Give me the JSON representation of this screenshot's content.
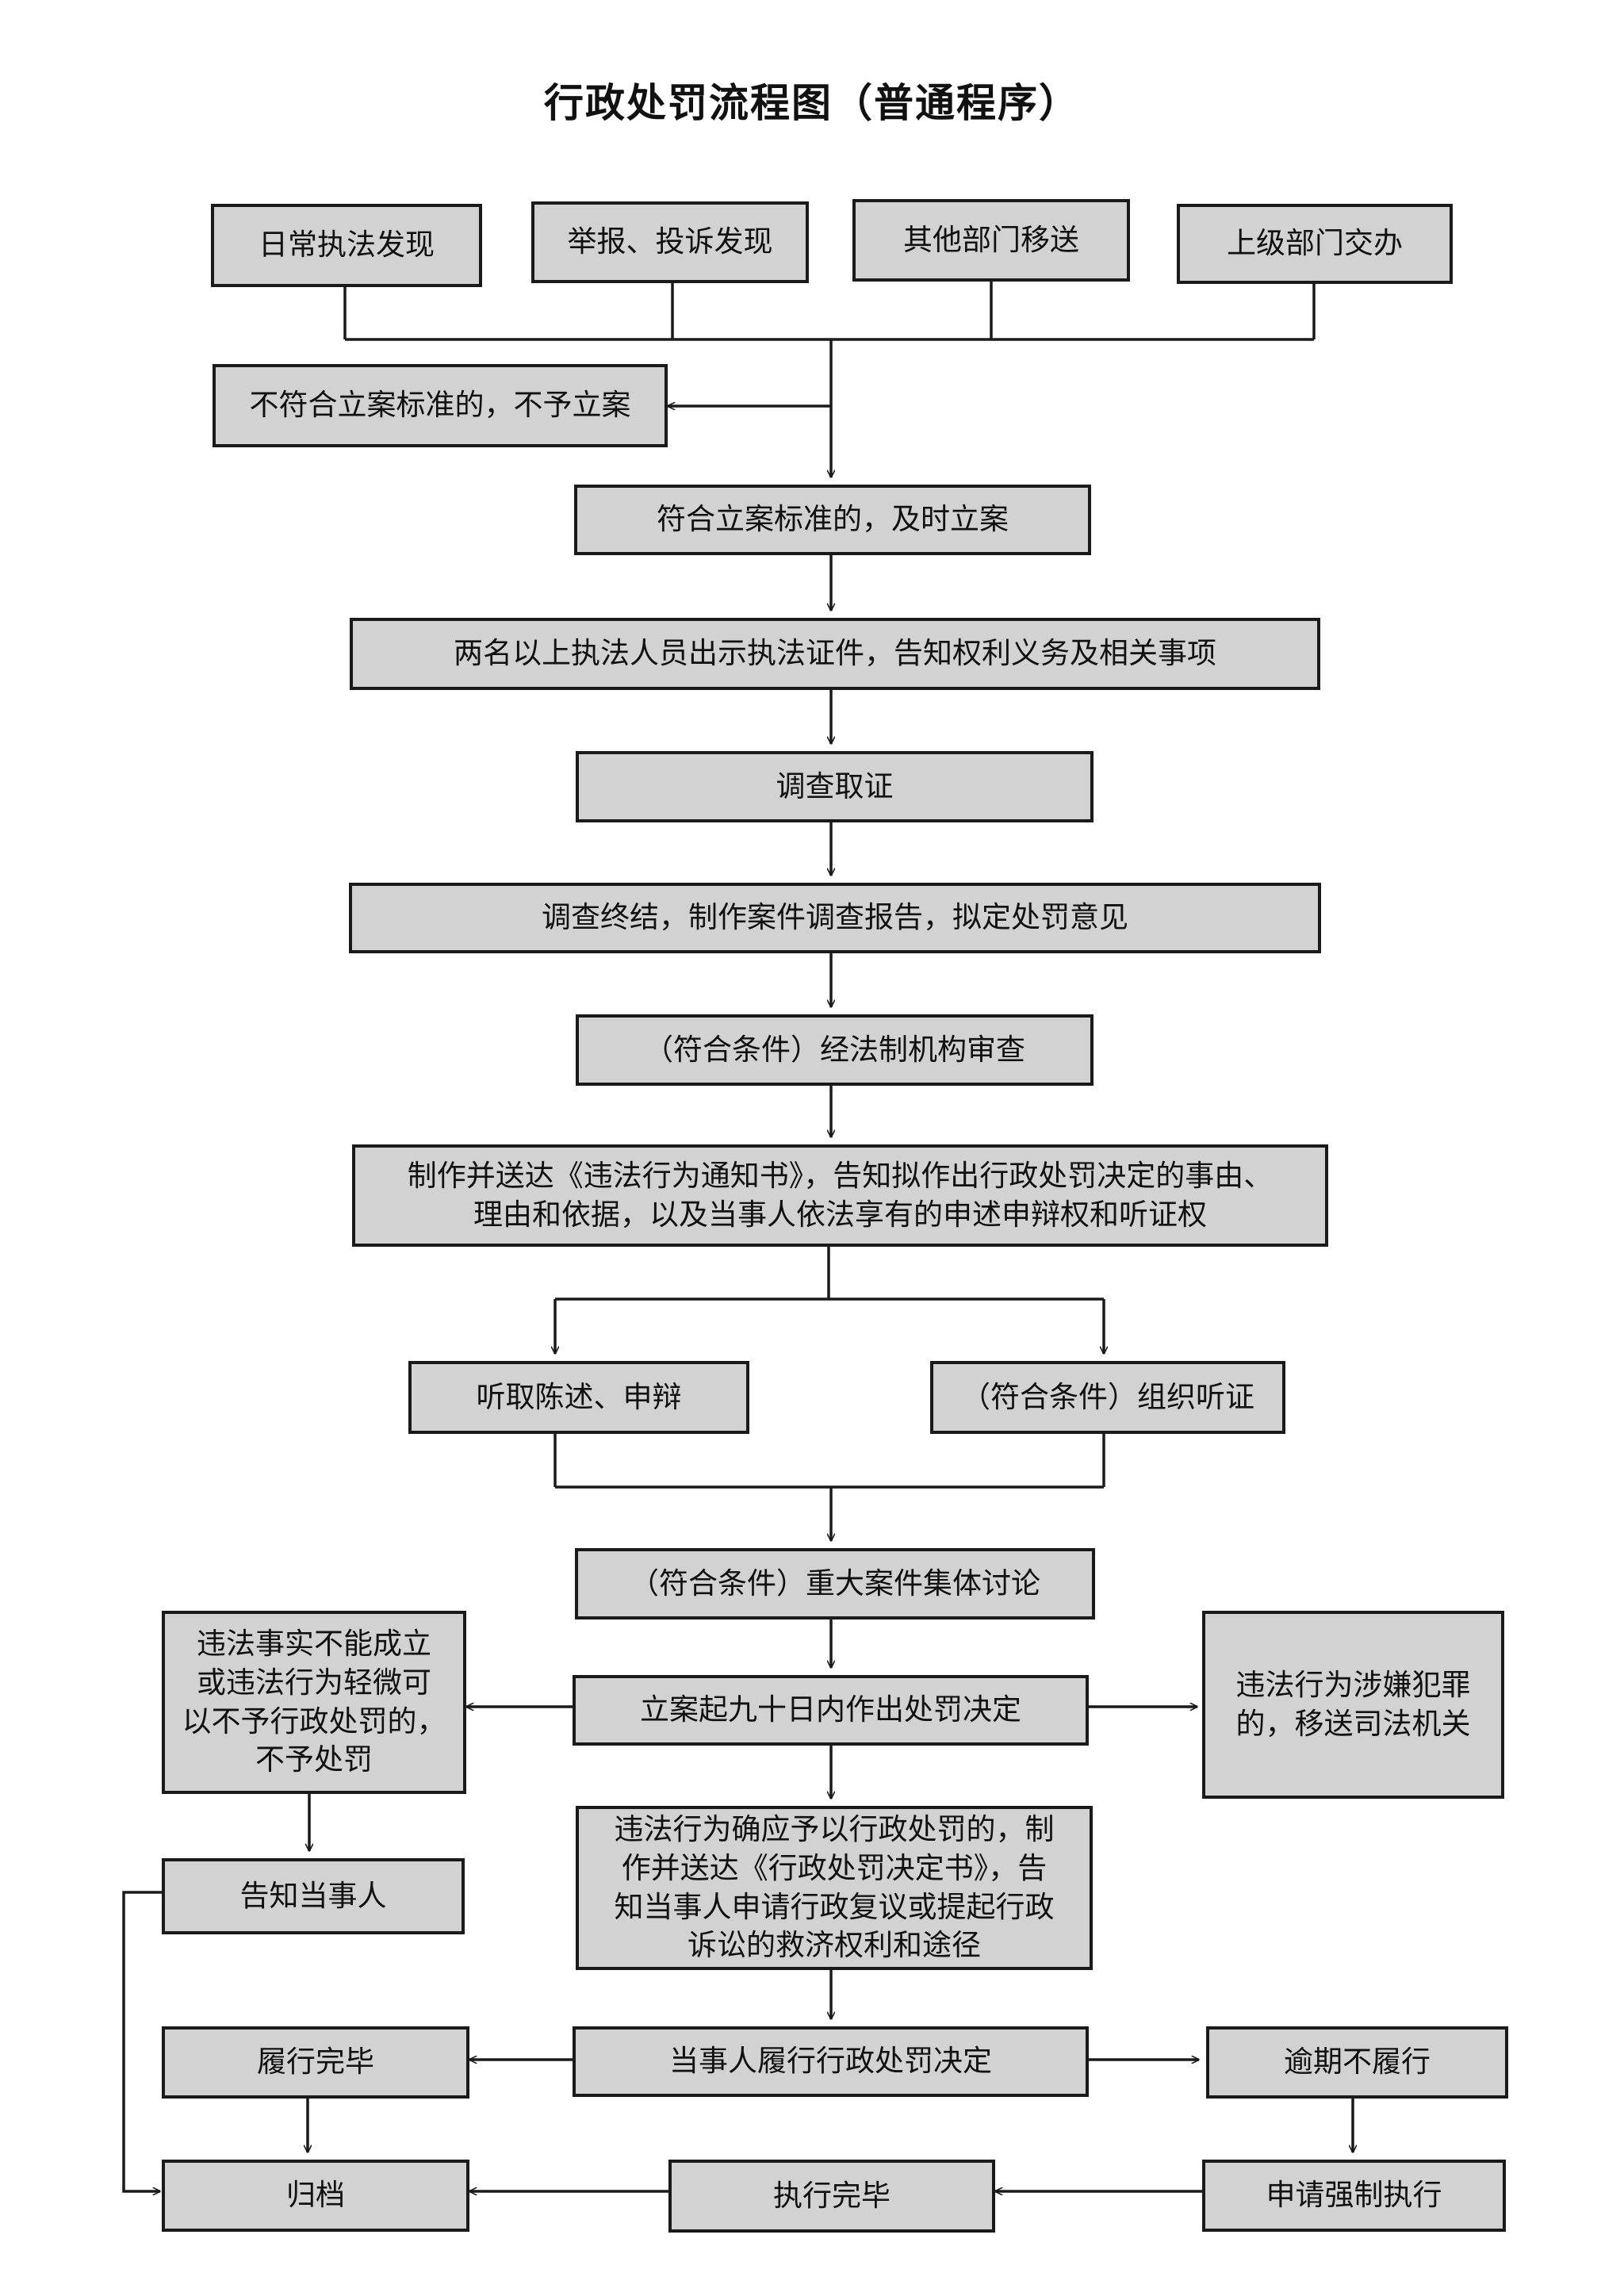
{
  "title": "行政处罚流程图（普通程序）",
  "colors": {
    "box_fill": "#d2d2d2",
    "box_border": "#1a1a1a",
    "connector": "#1a1a1a"
  },
  "boxes": {
    "source_daily": "日常执法发现",
    "source_report": "举报、投诉发现",
    "source_transfer": "其他部门移送",
    "source_superior": "上级部门交办",
    "not_filed": "不符合立案标准的，不予立案",
    "filed": "符合立案标准的，及时立案",
    "show_credentials": "两名以上执法人员出示执法证件，告知权利义务及相关事项",
    "investigate": "调查取证",
    "report": "调查终结，制作案件调查报告，拟定处罚意见",
    "legal_review": "（符合条件）经法制机构审查",
    "notice": [
      "制作并送达《违法行为通知书》，告知拟作出行政处罚决定的事由、",
      "理由和依据，以及当事人依法享有的申述申辩权和听证权"
    ],
    "statement": "听取陈述、申辩",
    "hearing": "（符合条件）组织听证",
    "collective": "（符合条件）重大案件集体讨论",
    "decision": "立案起九十日内作出处罚决定",
    "no_penalty": [
      "违法事实不能成立",
      "或违法行为轻微可",
      "以不予行政处罚的，",
      "不予处罚"
    ],
    "criminal": [
      "违法行为涉嫌犯罪",
      "的，移送司法机关"
    ],
    "inform": "告知当事人",
    "decision_doc": [
      "违法行为确应予以行政处罚的，制",
      "作并送达《行政处罚决定书》，告",
      "知当事人申请行政复议或提起行政",
      "诉讼的救济权利和途径"
    ],
    "perform": "当事人履行行政处罚决定",
    "done": "履行完毕",
    "overdue": "逾期不履行",
    "archive": "归档",
    "exec_done": "执行完毕",
    "enforce": "申请强制执行"
  }
}
